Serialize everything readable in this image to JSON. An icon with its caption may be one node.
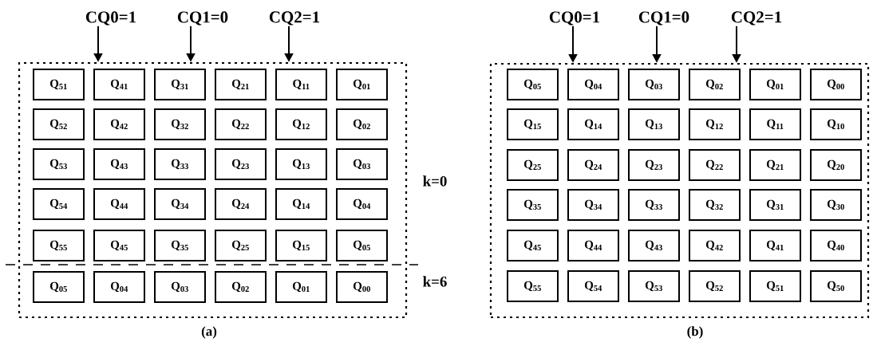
{
  "diagram": {
    "nodes": [
      {
        "text": [
          "CQ0=1"
        ]
      },
      {
        "text": [
          "CQ1=0"
        ]
      },
      {
        "text": [
          "CQ2=1"
        ]
      },
      {
        "text": [],
        "shape": "box",
        "beside": [
          "(a)"
        ]
      },
      {
        "text": [
          "Q$_{51}$"
        ],
        "in": 3
      },
      {
        "text": [
          "Q$_{41}$"
        ],
        "in": 3
      },
      {
        "text": [
          "Q$_{31}$"
        ],
        "in": 3
      },
      {
        "text": [
          "Q$_{21}$"
        ],
        "in": 3
      },
      {
        "text": [
          "Q$_{11}$"
        ],
        "in": 3
      },
      {
        "text": [
          "Q$_{01}$"
        ],
        "in": 3
      },
      {
        "text": [
          "Q$_{52}$"
        ],
        "in": 3
      },
      {
        "text": [
          "Q$_{42}$"
        ],
        "in": 3
      },
      {
        "text": [
          "Q$_{32}$"
        ],
        "in": 3
      },
      {
        "text": [
          "Q$_{22}$"
        ],
        "in": 3
      },
      {
        "text": [
          "Q$_{12}$"
        ],
        "in": 3
      },
      {
        "text": [
          "Q$_{02}$"
        ],
        "in": 3
      },
      {
        "text": [
          "Q$_{53}$"
        ],
        "in": 3
      },
      {
        "text": [
          "Q$_{43}$"
        ],
        "in": 3
      },
      {
        "text": [
          "Q$_{33}$"
        ],
        "in": 3
      },
      {
        "text": [
          "Q$_{23}$"
        ],
        "in": 3
      },
      {
        "text": [
          "Q$_{13}$"
        ],
        "in": 3
      },
      {
        "text": [
          "Q$_{03}$"
        ],
        "in": 3
      },
      {
        "text": [
          "Q$_{54}$"
        ],
        "in": 3
      },
      {
        "text": [
          "Q$_{44}$"
        ],
        "in": 3
      },
      {
        "text": [
          "Q$_{34}$"
        ],
        "in": 3
      },
      {
        "text": [
          "Q$_{24}$"
        ],
        "in": 3
      },
      {
        "text": [
          "Q$_{14}$"
        ],
        "in": 3
      },
      {
        "text": [
          "Q$_{04}$"
        ],
        "in": 3
      },
      {
        "text": [
          "Q$_{55}$"
        ],
        "in": 3
      },
      {
        "text": [
          "Q$_{45}$"
        ],
        "in": 3
      },
      {
        "text": [
          "Q$_{35}$"
        ],
        "in": 3
      },
      {
        "text": [
          "Q$_{25}$"
        ],
        "in": 3
      },
      {
        "text": [
          "Q$_{15}$"
        ],
        "in": 3
      },
      {
        "text": [
          "Q$_{05}$"
        ],
        "in": 3
      },
      {
        "text": [
          "Q$_{05}$"
        ],
        "in": 3
      },
      {
        "text": [
          "Q$_{04}$"
        ],
        "in": 3
      },
      {
        "text": [
          "Q$_{03}$"
        ],
        "in": 3
      },
      {
        "text": [
          "Q$_{02}$"
        ],
        "in": 3
      },
      {
        "text": [
          "Q$_{01}$"
        ],
        "in": 3
      },
      {
        "text": [
          "Q$_{00}$"
        ],
        "in": 3
      },
      {
        "text": [
          "CQ0=1"
        ]
      },
      {
        "text": [
          "CQ1=0"
        ]
      },
      {
        "text": [
          "CQ2=1"
        ]
      },
      {
        "text": [],
        "shape": "box",
        "beside": [
          "(b)"
        ]
      },
      {
        "text": [
          "Q$_{05}$"
        ],
        "in": 43
      },
      {
        "text": [
          "Q$_{04}$"
        ],
        "in": 43
      },
      {
        "text": [
          "Q$_{03}$"
        ],
        "in": 43
      },
      {
        "text": [
          "Q$_{02}$"
        ],
        "in": 43
      },
      {
        "text": [
          "Q$_{01}$"
        ],
        "in": 43
      },
      {
        "text": [
          "Q$_{00}$"
        ],
        "in": 43
      },
      {
        "text": [
          "Q$_{15}$"
        ],
        "in": 43
      },
      {
        "text": [
          "Q$_{14}$"
        ],
        "in": 43
      },
      {
        "text": [
          "Q$_{13}$"
        ],
        "in": 43
      },
      {
        "text": [
          "Q$_{12}$"
        ],
        "in": 43
      },
      {
        "text": [
          "Q$_{11}$"
        ],
        "in": 43
      },
      {
        "text": [
          "Q$_{10}$"
        ],
        "in": 43
      },
      {
        "text": [
          "Q$_{25}$"
        ],
        "in": 43
      },
      {
        "text": [
          "Q$_{24}$"
        ],
        "in": 43
      },
      {
        "text": [
          "Q$_{23}$"
        ],
        "in": 43
      },
      {
        "text": [
          "Q$_{22}$"
        ],
        "in": 43
      },
      {
        "text": [
          "Q$_{21}$"
        ],
        "in": 43
      },
      {
        "text": [
          "Q$_{20}$"
        ],
        "in": 43
      },
      {
        "text": [
          "Q$_{35}$"
        ],
        "in": 43
      },
      {
        "text": [
          "Q$_{34}$"
        ],
        "in": 43
      },
      {
        "text": [
          "Q$_{33}$"
        ],
        "in": 43
      },
      {
        "text": [
          "Q$_{32}$"
        ],
        "in": 43
      },
      {
        "text": [
          "Q$_{31}$"
        ],
        "in": 43
      },
      {
        "text": [
          "Q$_{30}$"
        ],
        "in": 43
      },
      {
        "text": [
          "Q$_{45}$"
        ],
        "in": 43
      },
      {
        "text": [
          "Q$_{44}$"
        ],
        "in": 43
      },
      {
        "text": [
          "Q$_{43}$"
        ],
        "in": 43
      },
      {
        "text": [
          "Q$_{42}$"
        ],
        "in": 43
      },
      {
        "text": [
          "Q$_{41}$"
        ],
        "in": 43
      },
      {
        "text": [
          "Q$_{40}$"
        ],
        "in": 43
      },
      {
        "text": [
          "Q$_{55}$"
        ],
        "in": 43
      },
      {
        "text": [
          "Q$_{54}$"
        ],
        "in": 43
      },
      {
        "text": [
          "Q$_{53}$"
        ],
        "in": 43
      },
      {
        "text": [
          "Q$_{52}$"
        ],
        "in": 43
      },
      {
        "text": [
          "Q$_{51}$"
        ],
        "in": 43
      },
      {
        "text": [
          "Q$_{50}$"
        ],
        "in": 43
      }
    ],
    "edges": [
      {
        "from": 0,
        "to": 3,
        "arrow": "to"
      },
      {
        "from": 1,
        "to": 3,
        "arrow": "to"
      },
      {
        "from": 2,
        "to": 3,
        "arrow": "to"
      },
      {
        "from": 40,
        "to": 43,
        "arrow": "to"
      },
      {
        "from": 41,
        "to": 43,
        "arrow": "to"
      },
      {
        "from": 42,
        "to": 43,
        "arrow": "to"
      }
    ],
    "labels": [
      "k=0",
      "k=6"
    ]
  }
}
